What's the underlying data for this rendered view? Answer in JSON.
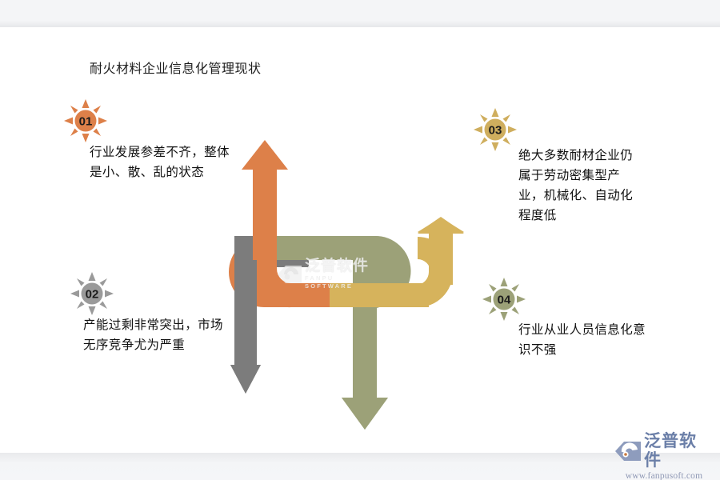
{
  "page": {
    "title": "耐火材料企业信息化管理现状",
    "background": "#ffffff",
    "chrome_band_color": "#f4f5f7"
  },
  "diagram": {
    "type": "four-arrow-interlocking-process",
    "arrows": [
      {
        "name": "orange-arrow-up",
        "color": "#DD8049",
        "direction": "up",
        "position": "center-left-rising"
      },
      {
        "name": "gray-arrow-down",
        "color": "#7C7C7C",
        "direction": "down",
        "position": "far-left-falling"
      },
      {
        "name": "gold-arrow-up",
        "color": "#D6B35C",
        "direction": "up",
        "position": "center-right-rising"
      },
      {
        "name": "sage-arrow-down",
        "color": "#9CA178",
        "direction": "down",
        "position": "center-falling"
      }
    ]
  },
  "items": [
    {
      "badge": "01",
      "badge_color": "#DD8049",
      "badge_icon": "sun-burst-icon",
      "text": "行业发展参差不齐，整体是小、散、乱的状态"
    },
    {
      "badge": "02",
      "badge_color": "#9A9A9A",
      "badge_icon": "sun-burst-icon",
      "text": "产能过剩非常突出，市场无序竞争尤为严重"
    },
    {
      "badge": "03",
      "badge_color": "#CFAE5E",
      "badge_icon": "sun-burst-icon",
      "text": "绝大多数耐材企业仍属于劳动密集型产业，机械化、自动化程度低"
    },
    {
      "badge": "04",
      "badge_color": "#9CA178",
      "badge_icon": "sun-burst-icon",
      "text": "行业从业人员信息化意识不强"
    }
  ],
  "watermark_center": {
    "icon": "fanpu-logo-icon",
    "cn": "泛普软件",
    "en": "FANPU SOFTWARE"
  },
  "logo": {
    "icon": "fanpu-logo-icon",
    "cn": "泛普软件",
    "url": "www.fanpusoft.com",
    "color": "#6b7fa8"
  }
}
